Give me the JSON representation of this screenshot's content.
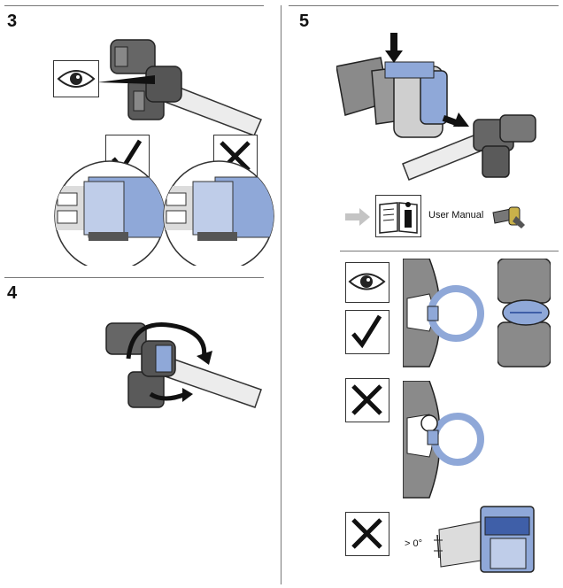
{
  "steps": [
    {
      "number": "3"
    },
    {
      "number": "4"
    },
    {
      "number": "5"
    }
  ],
  "manual_reference": {
    "label": "User Manual"
  },
  "angle_check": {
    "label": "> 0°"
  },
  "colors": {
    "accent_blue": "#8fa8d8",
    "dark_blue": "#3f5fa8",
    "gray_dark": "#555555",
    "gray_light": "#d9d9d9",
    "line": "#333333"
  },
  "icons": [
    "eye-icon",
    "check-icon",
    "cross-icon",
    "info-book-icon",
    "arrow-right-icon",
    "rotate-arrow-icon",
    "press-down-arrow-icon"
  ]
}
